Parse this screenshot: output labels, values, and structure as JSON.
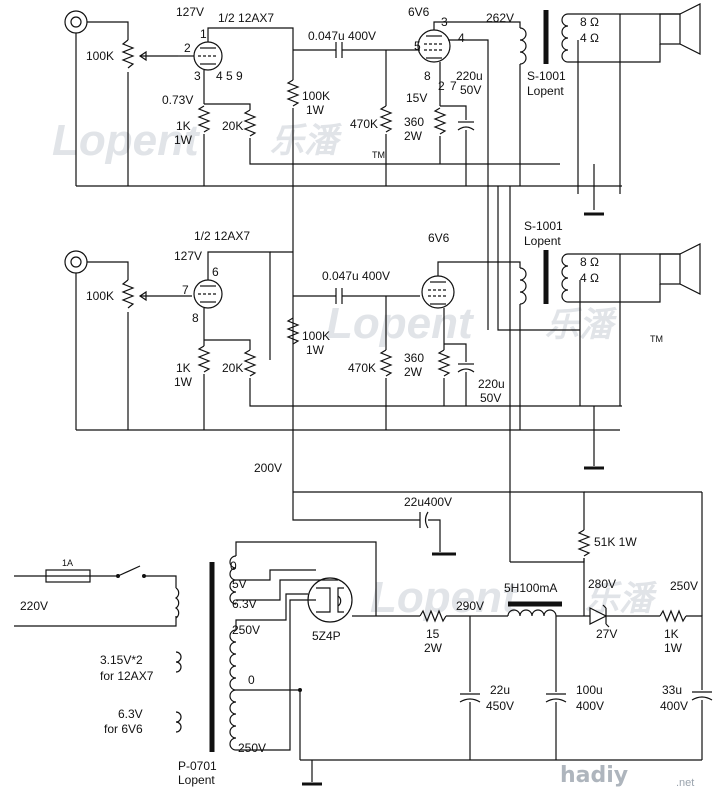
{
  "watermark": {
    "latin": "Lopent",
    "cn": "乐潘",
    "tm": "TM"
  },
  "site_logo": {
    "main": "hadiy",
    "sub": ".net"
  },
  "channel1": {
    "tube_label": "1/2 12AX7",
    "plate_voltage": "127V",
    "cathode_voltage": "0.73V",
    "pin_grid": "2",
    "pin_plate": "1",
    "pin_cathode": "3",
    "pins_heater": "4 5 9",
    "volume_pot": "100K",
    "cathode_res": "1K",
    "cathode_res_w": "1W",
    "feedback_res": "20K",
    "plate_res": "100K",
    "plate_res_w": "1W",
    "coupling_cap": "0.047u 400V",
    "grid_res": "470K",
    "power_tube": "6V6",
    "power_pin_3": "3",
    "power_pin_4": "4",
    "power_pin_5": "5",
    "power_pin_8": "8",
    "power_pin_2": "2",
    "power_pin_7": "7",
    "power_plate_voltage": "262V",
    "power_cathode_voltage": "15V",
    "power_cathode_res": "360",
    "power_cathode_res_w": "2W",
    "bypass_cap": "220u",
    "bypass_cap_v": "50V",
    "ot_name": "S-1001",
    "ot_brand": "Lopent",
    "tap_8": "8 Ω",
    "tap_4": "4 Ω"
  },
  "channel2": {
    "tube_label": "1/2 12AX7",
    "plate_voltage": "127V",
    "pin_plate": "6",
    "pin_grid": "7",
    "pin_cathode": "8",
    "volume_pot": "100K",
    "cathode_res": "1K",
    "cathode_res_w": "1W",
    "feedback_res": "20K",
    "plate_res": "100K",
    "plate_res_w": "1W",
    "coupling_cap": "0.047u 400V",
    "grid_res": "470K",
    "power_tube": "6V6",
    "power_cathode_res": "360",
    "power_cathode_res_w": "2W",
    "bypass_cap": "220u",
    "bypass_cap_v": "50V",
    "ot_name": "S-1001",
    "ot_brand": "Lopent",
    "tap_8": "8 Ω",
    "tap_4": "4 Ω"
  },
  "psu": {
    "b_plus": "200V",
    "filter_cap_top": "22u400V",
    "dropper_res": "51K 1W",
    "fuse": "1A",
    "mains": "220V",
    "pt_taps": {
      "t0": "0",
      "t5": "5V",
      "t63": "6.3V",
      "t250a": "250V",
      "t0b": "0",
      "t250b": "250V"
    },
    "heater_12ax7": "3.15V*2",
    "heater_12ax7_for": "for 12AX7",
    "heater_6v6": "6.3V",
    "heater_6v6_for": "for 6V6",
    "pt_name": "P-0701",
    "pt_brand": "Lopent",
    "rectifier": "5Z4P",
    "res_15": "15",
    "res_15_w": "2W",
    "v_290": "290V",
    "choke": "5H100mA",
    "v_280": "280V",
    "zener": "27V",
    "v_250": "250V",
    "res_1k": "1K",
    "res_1k_w": "1W",
    "cap_22u": "22u",
    "cap_22u_v": "450V",
    "cap_100u": "100u",
    "cap_100u_v": "400V",
    "cap_33u": "33u",
    "cap_33u_v": "400V"
  }
}
